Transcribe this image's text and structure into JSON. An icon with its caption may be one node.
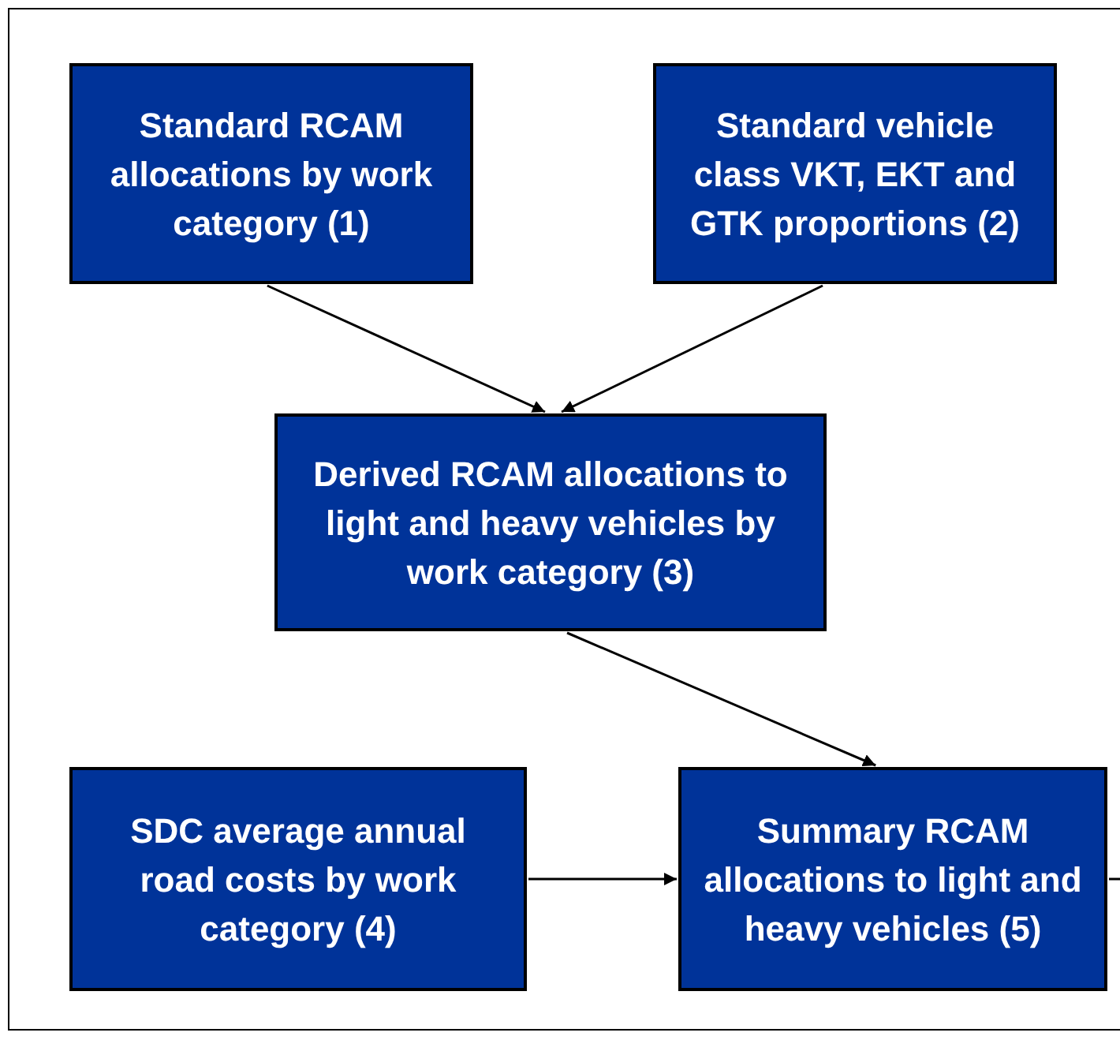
{
  "diagram": {
    "nodes": [
      {
        "text": [
          "Standard RCAM allocations by work category (1)"
        ]
      },
      {
        "text": [
          "Standard vehicle class VKT, EKT and GTK proportions (2)"
        ]
      },
      {
        "text": [
          "Derived RCAM allocations to light and heavy vehicles by work category (3)"
        ]
      },
      {
        "text": [
          "SDC average annual road costs by work category (4)"
        ]
      },
      {
        "text": [
          "Summary RCAM allocations to light and heavy vehicles (5)"
        ]
      }
    ],
    "edges": [
      {
        "from": 0,
        "to": 2,
        "arrow": "to"
      },
      {
        "from": 1,
        "to": 2,
        "arrow": "to"
      },
      {
        "from": 2,
        "to": 4,
        "arrow": "to"
      },
      {
        "from": 3,
        "to": 4,
        "arrow": "to"
      },
      {
        "from": 4,
        "to": null,
        "arrow": "none"
      }
    ]
  }
}
